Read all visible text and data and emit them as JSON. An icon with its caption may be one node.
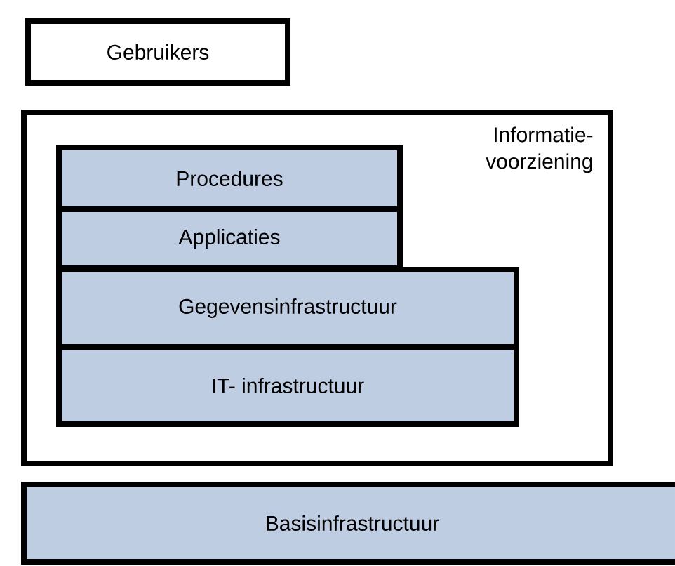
{
  "diagram": {
    "nodes": [
      {
        "text": [
          "Gebruikers"
        ]
      },
      {
        "text": [
          "Informatie- voorziening"
        ]
      },
      {
        "text": [
          "Procedures"
        ],
        "in": 1
      },
      {
        "text": [
          "Applicaties"
        ],
        "in": 1
      },
      {
        "text": [
          "Gegevensinfrastructuur"
        ],
        "in": 1
      },
      {
        "text": [
          "IT- infrastructuur"
        ],
        "in": 1
      },
      {
        "text": [
          "Basisinfrastructuur"
        ]
      }
    ]
  }
}
